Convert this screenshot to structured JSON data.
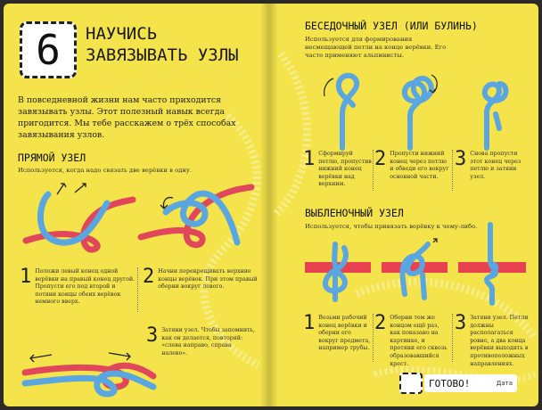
{
  "left": {
    "number": "6",
    "title_line1": "НАУЧИСЬ",
    "title_line2": "ЗАВЯЗЫВАТЬ УЗЛЫ",
    "intro": "В повседневной жизни нам часто приходится завязывать узлы. Этот полезный навык всегда пригодится. Мы тебе расскажем о трёх способах завязывания узлов.",
    "square_knot": {
      "title": "ПРЯМОЙ УЗЕЛ",
      "subtitle": "Используется, когда надо связать две верёвки в одну.",
      "steps": [
        {
          "num": "1",
          "text": "Положи левый конец одной верёвки на правый конец другой. Пропусти его под второй и потяни концы обеих верёвок немного вверх."
        },
        {
          "num": "2",
          "text": "Начни перекрещивать верхние концы верёвок. При этом правый оберни вокруг левого."
        },
        {
          "num": "3",
          "text": "Затяни узел. Чтобы запомнить, как он делается, повторяй: «слева направо, справа налево»."
        }
      ]
    }
  },
  "right": {
    "bowline": {
      "title": "БЕСЕДОЧНЫЙ УЗЕЛ (ИЛИ БУЛИНЬ)",
      "subtitle": "Используется для формирования несмещающей петли на конце верёвки. Его часто применяют альпинисты.",
      "steps": [
        {
          "num": "1",
          "text": "Сформируй петлю, пропустив нижний конец верёвки над верхним."
        },
        {
          "num": "2",
          "text": "Пропусти нижний конец через петлю и обведи его вокруг основной части."
        },
        {
          "num": "3",
          "text": "Снова пропусти этот конец через петлю и затяни узел."
        }
      ]
    },
    "clove_hitch": {
      "title": "ВЫБЛЕНОЧНЫЙ УЗЕЛ",
      "subtitle": "Используется, чтобы привязать верёвку к чему-либо.",
      "steps": [
        {
          "num": "1",
          "text": "Возьми рабочий конец верёвки и оберни его вокруг предмета, например трубы."
        },
        {
          "num": "2",
          "text": "Оберни тем же концом ещё раз, как показано на картинке, и протяни его сквозь образовавшийся крест."
        },
        {
          "num": "3",
          "text": "Затяни узел. Петли должны располагаться ровно, а два конца верёвки выходить в противоположных направлениях."
        }
      ]
    },
    "done_label": "ГОТОВО!",
    "date_label": "Дата"
  },
  "colors": {
    "page": "#f4e34a",
    "rope_blue": "#5aa6e0",
    "rope_red": "#e0475a",
    "bar_red": "#e8414f",
    "ink": "#222222"
  }
}
